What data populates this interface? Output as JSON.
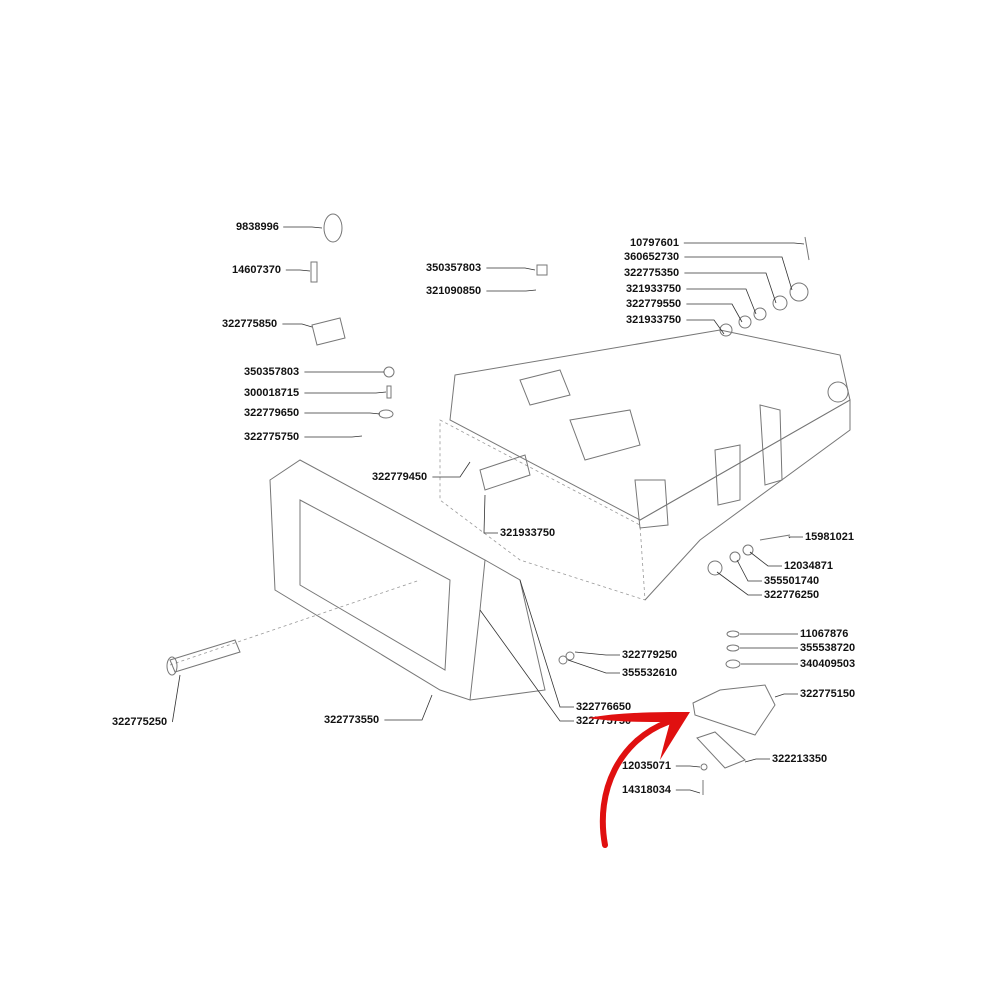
{
  "diagram": {
    "type": "exploded-parts-diagram",
    "labels": [
      "9838996",
      "14607370",
      "322775850",
      "350357803",
      "300018715",
      "322779650",
      "322775750",
      "322779450",
      "321933750",
      "350357803",
      "321090850",
      "10797601",
      "360652730",
      "322775350",
      "321933750",
      "322779550",
      "321933750",
      "15981021",
      "12034871",
      "355501740",
      "322776250",
      "11067876",
      "355538720",
      "340409503",
      "322775150",
      "322213350",
      "12035071",
      "14318034",
      "322779250",
      "355532610",
      "322776650",
      "322775750",
      "322775250",
      "322773550"
    ],
    "highlight_arrow_color": "#e01010"
  }
}
